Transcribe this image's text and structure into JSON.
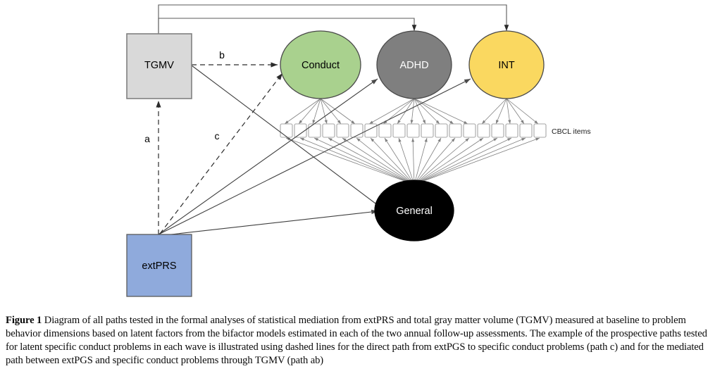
{
  "figure": {
    "nodes": {
      "tgmv": {
        "label": "TGMV",
        "shape": "rectangle",
        "color": "#D9D9D9"
      },
      "extprs": {
        "label": "extPRS",
        "shape": "rectangle",
        "color": "#8FAADC"
      },
      "conduct": {
        "label": "Conduct",
        "shape": "ellipse",
        "color": "#A9D18E"
      },
      "adhd": {
        "label": "ADHD",
        "shape": "ellipse",
        "color": "#7F7F7F"
      },
      "int": {
        "label": "INT",
        "shape": "ellipse",
        "color": "#FAD860"
      },
      "general": {
        "label": "General",
        "shape": "ellipse",
        "color": "#000000"
      }
    },
    "indicators": {
      "label": "CBCL items",
      "count": 19
    },
    "path_labels": {
      "a": "a",
      "b": "b",
      "c": "c"
    }
  },
  "caption": {
    "figure_number": "Figure 1",
    "text": " Diagram of all paths tested in the formal analyses of statistical mediation from extPRS and total gray matter volume (TGMV) measured at baseline to problem behavior dimensions based on latent factors from the bifactor models estimated in each of the two annual follow-up assessments. The example of the prospective paths tested for latent specific conduct problems in each wave is illustrated using dashed lines for the direct path from extPGS to specific conduct problems (path c) and for the mediated path between extPGS and specific conduct problems through TGMV (path ab)"
  }
}
